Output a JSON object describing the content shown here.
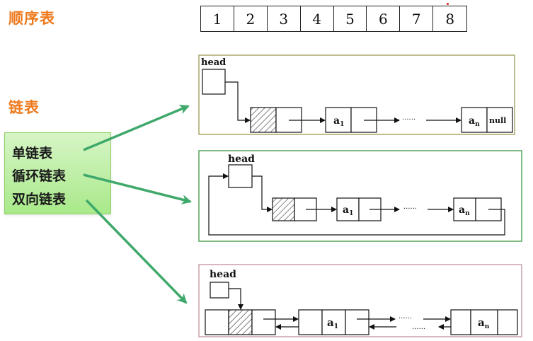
{
  "labels": {
    "sequential_table": "顺序表",
    "linked_list": "链表"
  },
  "sequential_cells": [
    "1",
    "2",
    "3",
    "4",
    "5",
    "6",
    "7",
    "8"
  ],
  "list_types": [
    "单链表",
    "循环链表",
    "双向链表"
  ],
  "diagram_text": {
    "head": "head",
    "a1": "a",
    "a1_sub": "1",
    "an": "a",
    "an_sub": "n",
    "null": "null",
    "ellipsis": "......"
  },
  "colors": {
    "accent_orange": "#ee7a1e",
    "arrow_green": "#3fa86b",
    "single_border": "#a8a86a",
    "circular_border": "#59a35a",
    "double_border": "#c9a0a8"
  }
}
